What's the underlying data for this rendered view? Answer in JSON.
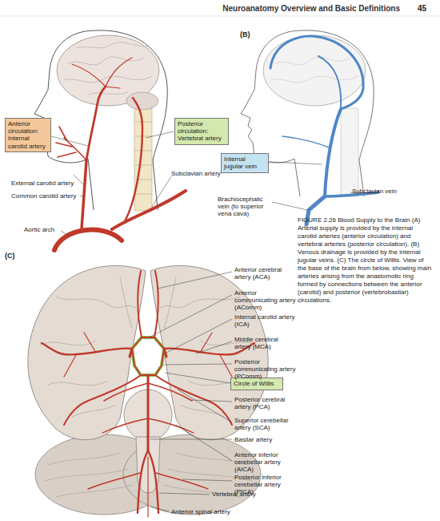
{
  "diagram": {
    "title": "Neuroanatomy Overview and Basic Definitions",
    "caption": "FIGURE 2.26 Blood Supply to the Brain (A) Arterial supply is provided by the internal carotid arteries (anterior circulation) and vertebral arteries (posterior circulation). (B) Venous drainage is provided by the internal jugular veins. (C) The circle of Willis. View of the base of the brain from below, showing main arteries arising from the anastomotic ring formed by connections between the anterior (carotid) and posterior (vertebrobasilar) circulations.",
    "nodes": [
      {
        "text": [
          "Anterior circulation: Internal carotid artery"
        ]
      },
      {
        "text": [
          "Posterior circulation: Vertebral artery"
        ]
      },
      {
        "text": [
          "Internal jugular vein"
        ]
      },
      {
        "text": [
          "Circle of Willis"
        ]
      }
    ],
    "labels": [
      "45",
      "(B)",
      "External carotid artery",
      "Common carotid artery",
      "Aortic arch",
      "Subclavian artery",
      "Subclavian vein",
      "Brachiocephalic vein (to superior vena cava)",
      "(C)",
      "Anterior cerebral artery (ACA)",
      "Anterior communicating artery (AComm)",
      "Internal carotid artery (ICA)",
      "Middle cerebral artery (MCA)",
      "Posterior communicating artery (PComm)",
      "Posterior cerebral artery (PCA)",
      "Superior cerebellar artery (SCA)",
      "Basilar artery",
      "Anterior inferior cerebellar artery (AICA)",
      "Posterior inferior cerebellar artery (PICA)",
      "Vertebral artery",
      "Anterior spinal artery"
    ]
  }
}
